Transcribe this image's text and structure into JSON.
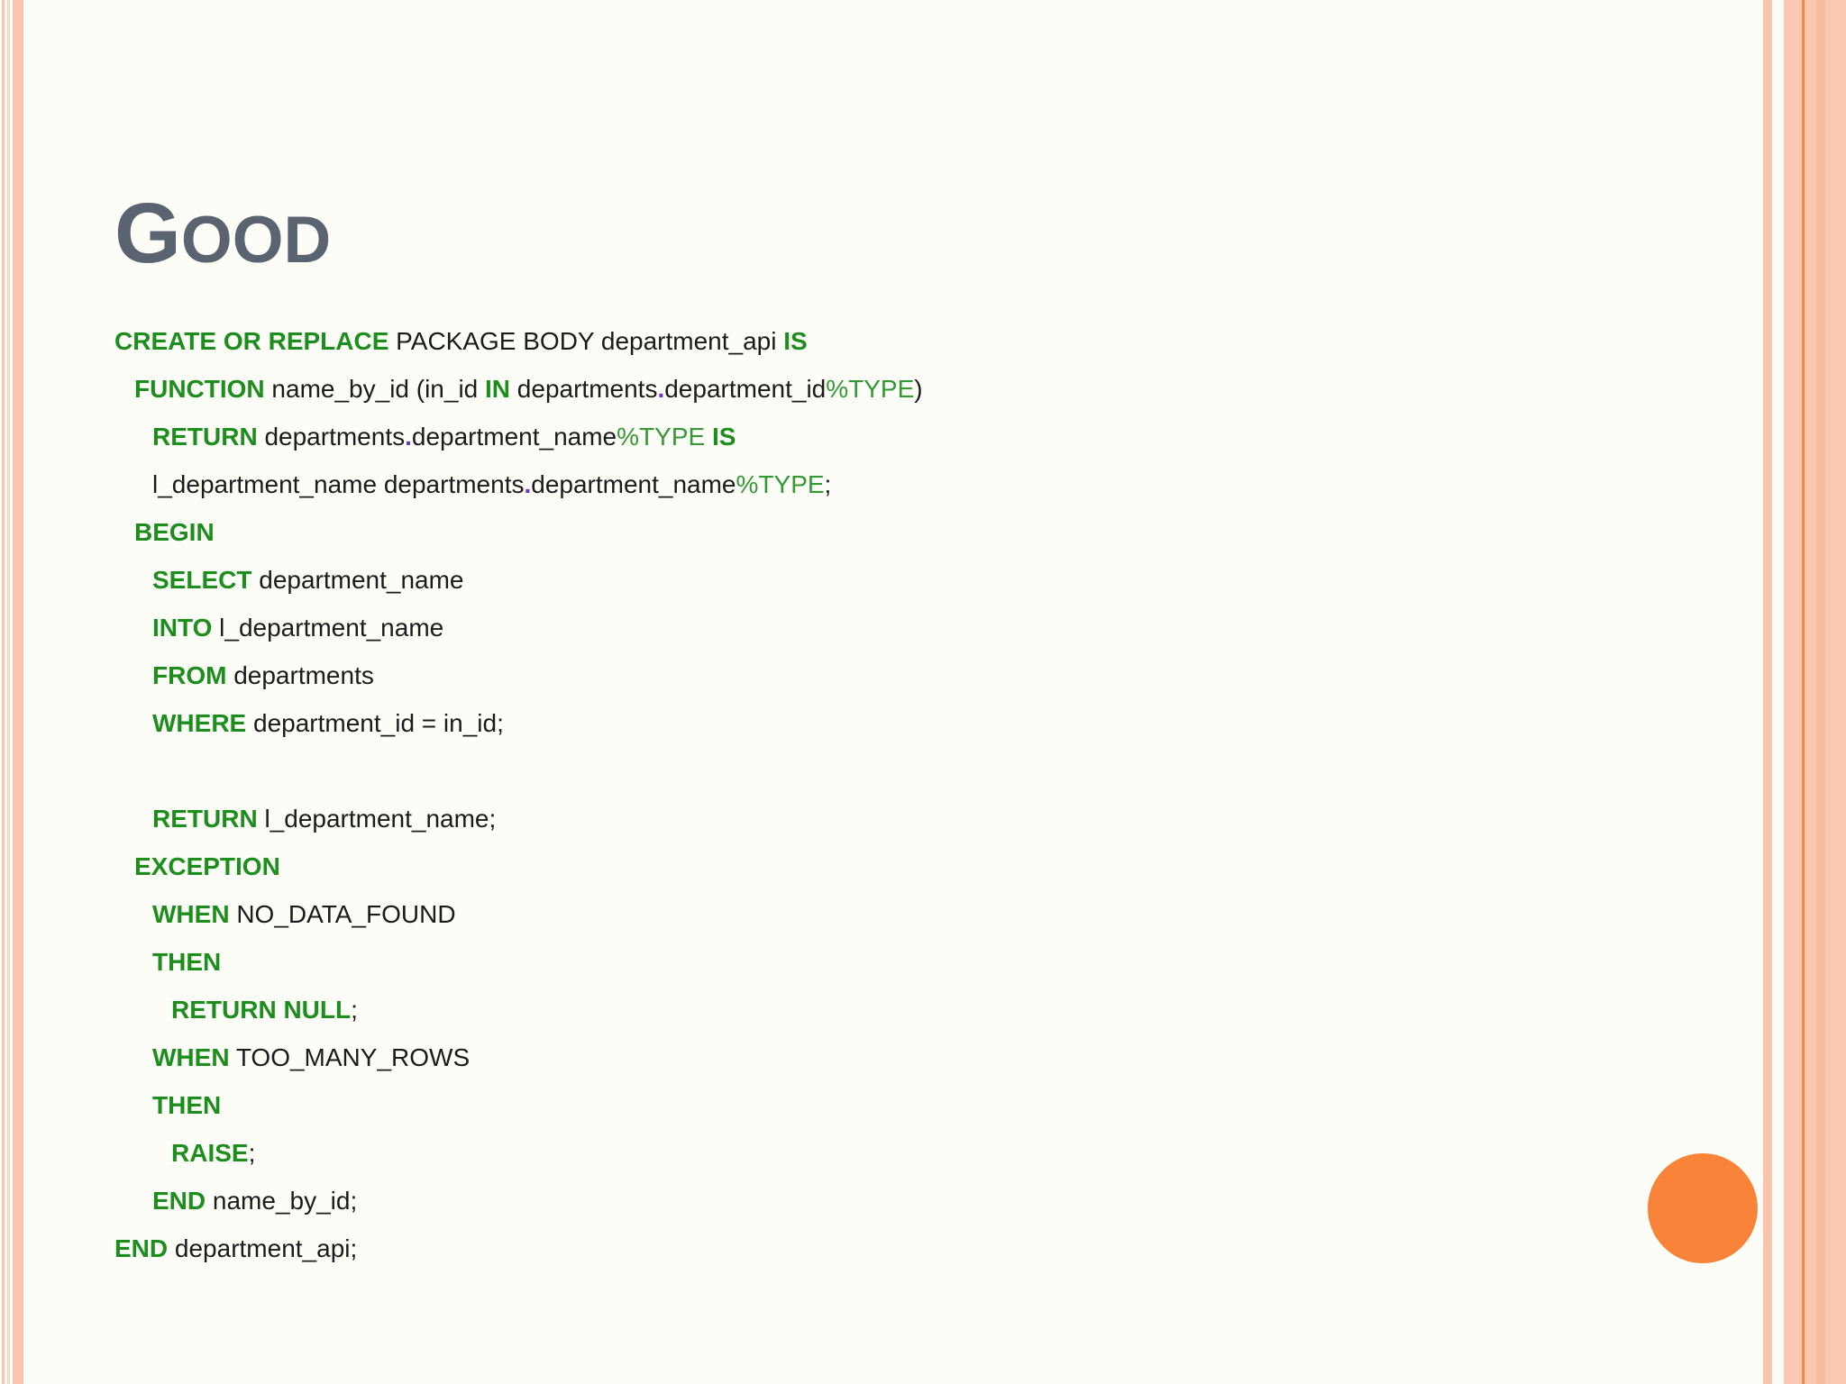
{
  "colors": {
    "background": "#fcfdf7",
    "title_gray": "#5b6270",
    "code_text": "#1b1b1b",
    "keyword_green": "#1d8e1d",
    "type_green": "#359835",
    "dot_purple": "#6a35cf",
    "border_peach": "#f9c5ac",
    "border_peach_light": "#fbd6c4",
    "border_band": "#fbc9b2",
    "border_band_dark": "#f7bda1",
    "border_accent_line": "#ee8b45",
    "circle_orange": "#f98439"
  },
  "slide": {
    "title_first": "G",
    "title_rest": "OOD"
  },
  "code": {
    "lines": [
      {
        "indent": 0,
        "segments": [
          {
            "style": "kw",
            "text": "CREATE OR REPLACE"
          },
          {
            "style": "plain",
            "text": " PACKAGE BODY department_api "
          },
          {
            "style": "kw",
            "text": "IS"
          }
        ]
      },
      {
        "indent": 1,
        "segments": [
          {
            "style": "kw",
            "text": "FUNCTION"
          },
          {
            "style": "plain",
            "text": " name_by_id (in_id "
          },
          {
            "style": "kw",
            "text": "IN"
          },
          {
            "style": "plain",
            "text": " departments"
          },
          {
            "style": "dot",
            "text": "."
          },
          {
            "style": "plain",
            "text": "department_id"
          },
          {
            "style": "type",
            "text": "%TYPE"
          },
          {
            "style": "plain",
            "text": ")"
          }
        ]
      },
      {
        "indent": 2,
        "segments": [
          {
            "style": "kw",
            "text": "RETURN"
          },
          {
            "style": "plain",
            "text": " departments"
          },
          {
            "style": "dot",
            "text": "."
          },
          {
            "style": "plain",
            "text": "department_name"
          },
          {
            "style": "type",
            "text": "%TYPE"
          },
          {
            "style": "plain",
            "text": " "
          },
          {
            "style": "kw",
            "text": "IS"
          }
        ]
      },
      {
        "indent": 2,
        "segments": [
          {
            "style": "plain",
            "text": "l_department_name departments"
          },
          {
            "style": "dot",
            "text": "."
          },
          {
            "style": "plain",
            "text": "department_name"
          },
          {
            "style": "type",
            "text": "%TYPE"
          },
          {
            "style": "plain",
            "text": ";"
          }
        ]
      },
      {
        "indent": 1,
        "segments": [
          {
            "style": "kw",
            "text": "BEGIN"
          }
        ]
      },
      {
        "indent": 2,
        "segments": [
          {
            "style": "kw",
            "text": "SELECT"
          },
          {
            "style": "plain",
            "text": " department_name"
          }
        ]
      },
      {
        "indent": 2,
        "segments": [
          {
            "style": "kw",
            "text": "INTO"
          },
          {
            "style": "plain",
            "text": " l_department_name"
          }
        ]
      },
      {
        "indent": 2,
        "segments": [
          {
            "style": "kw",
            "text": "FROM"
          },
          {
            "style": "plain",
            "text": " departments"
          }
        ]
      },
      {
        "indent": 2,
        "segments": [
          {
            "style": "kw",
            "text": "WHERE"
          },
          {
            "style": "plain",
            "text": " department_id = in_id;"
          }
        ]
      },
      {
        "indent": 2,
        "segments": []
      },
      {
        "indent": 2,
        "segments": [
          {
            "style": "kw",
            "text": "RETURN"
          },
          {
            "style": "plain",
            "text": " l_department_name;"
          }
        ]
      },
      {
        "indent": 1,
        "segments": [
          {
            "style": "kw",
            "text": "EXCEPTION"
          }
        ]
      },
      {
        "indent": 2,
        "segments": [
          {
            "style": "kw",
            "text": "WHEN"
          },
          {
            "style": "plain",
            "text": " NO_DATA_FOUND"
          }
        ]
      },
      {
        "indent": 2,
        "segments": [
          {
            "style": "kw",
            "text": "THEN"
          }
        ]
      },
      {
        "indent": 3,
        "segments": [
          {
            "style": "kw",
            "text": "RETURN NULL"
          },
          {
            "style": "plain",
            "text": ";"
          }
        ]
      },
      {
        "indent": 2,
        "segments": [
          {
            "style": "kw",
            "text": "WHEN"
          },
          {
            "style": "plain",
            "text": " TOO_MANY_ROWS"
          }
        ]
      },
      {
        "indent": 2,
        "segments": [
          {
            "style": "kw",
            "text": "THEN"
          }
        ]
      },
      {
        "indent": 3,
        "segments": [
          {
            "style": "kw",
            "text": "RAISE"
          },
          {
            "style": "plain",
            "text": ";"
          }
        ]
      },
      {
        "indent": 2,
        "segments": [
          {
            "style": "kw",
            "text": "END"
          },
          {
            "style": "plain",
            "text": " name_by_id;"
          }
        ]
      },
      {
        "indent": 0,
        "segments": [
          {
            "style": "kw",
            "text": "END"
          },
          {
            "style": "plain",
            "text": " department_api;"
          }
        ]
      }
    ]
  }
}
